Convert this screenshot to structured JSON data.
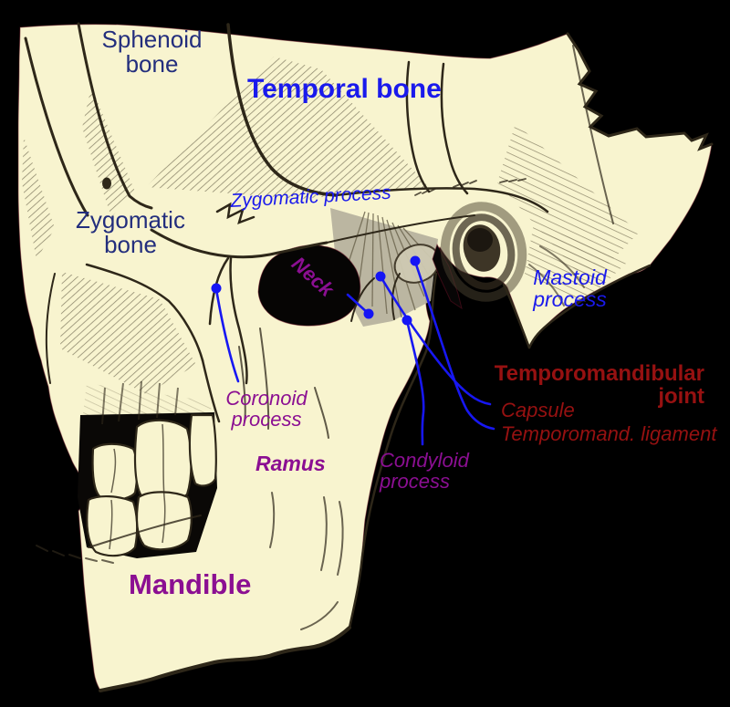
{
  "figure_labels": {
    "sphenoid": {
      "line1": "Sphenoid",
      "line2": "bone"
    },
    "temporal": {
      "text": "Temporal bone"
    },
    "zygomatic_process": {
      "text": "Zygomatic  process"
    },
    "zygomatic": {
      "line1": "Zygomatic",
      "line2": "bone"
    },
    "mastoid": {
      "line1": "Mastoid",
      "line2": "process"
    },
    "neck": {
      "text": "Neck"
    },
    "coronoid": {
      "line1": "Coronoid",
      "line2": "process"
    },
    "ramus": {
      "text": "Ramus"
    },
    "condyloid": {
      "line1": "Condyloid",
      "line2": "process"
    },
    "mandible": {
      "text": "Mandible"
    },
    "tmj": {
      "line1": "Temporomandibular",
      "line2": "joint"
    },
    "capsule": {
      "text": "Capsule"
    },
    "ligament": {
      "text": "Temporomand. ligament"
    }
  },
  "colors": {
    "background": "#000000",
    "bone": "#f8f4cf",
    "ink": "#2e2719",
    "hatch": "#6e6750",
    "fan_gray": "#b5b09d",
    "navy_label": "#232e7d",
    "blue_label": "#1a1aec",
    "purple_label": "#8b0f92",
    "dark_red_label": "#961111",
    "leader_line": "#1717f2"
  }
}
